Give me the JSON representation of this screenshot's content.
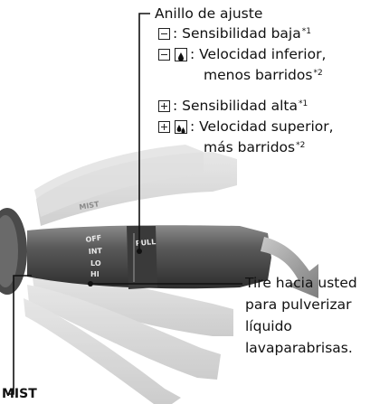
{
  "ring_title": "Anillo de ajuste",
  "low": {
    "sensitivity": ": Sensibilidad baja",
    "sensitivity_note": "*1",
    "speed_line1": ": Velocidad inferior,",
    "speed_line2": "menos barridos",
    "speed_note": "*2"
  },
  "high": {
    "sensitivity": ": Sensibilidad alta",
    "sensitivity_note": "*1",
    "speed_line1": ": Velocidad superior,",
    "speed_line2": "más barridos",
    "speed_note": "*2"
  },
  "pull_instruction": [
    "Tire hacia usted",
    "para pulverizar",
    "líquido",
    "lavaparabrisas."
  ],
  "mist_label": "MIST",
  "lever_markings": {
    "positions": [
      "OFF",
      "INT",
      "LO",
      "HI"
    ],
    "top": [
      "MIST",
      "PULL"
    ]
  },
  "icons": [
    "minus-box-icon",
    "plus-box-icon",
    "single-drop-icon",
    "double-drop-icon",
    "pull-arrow-icon"
  ]
}
